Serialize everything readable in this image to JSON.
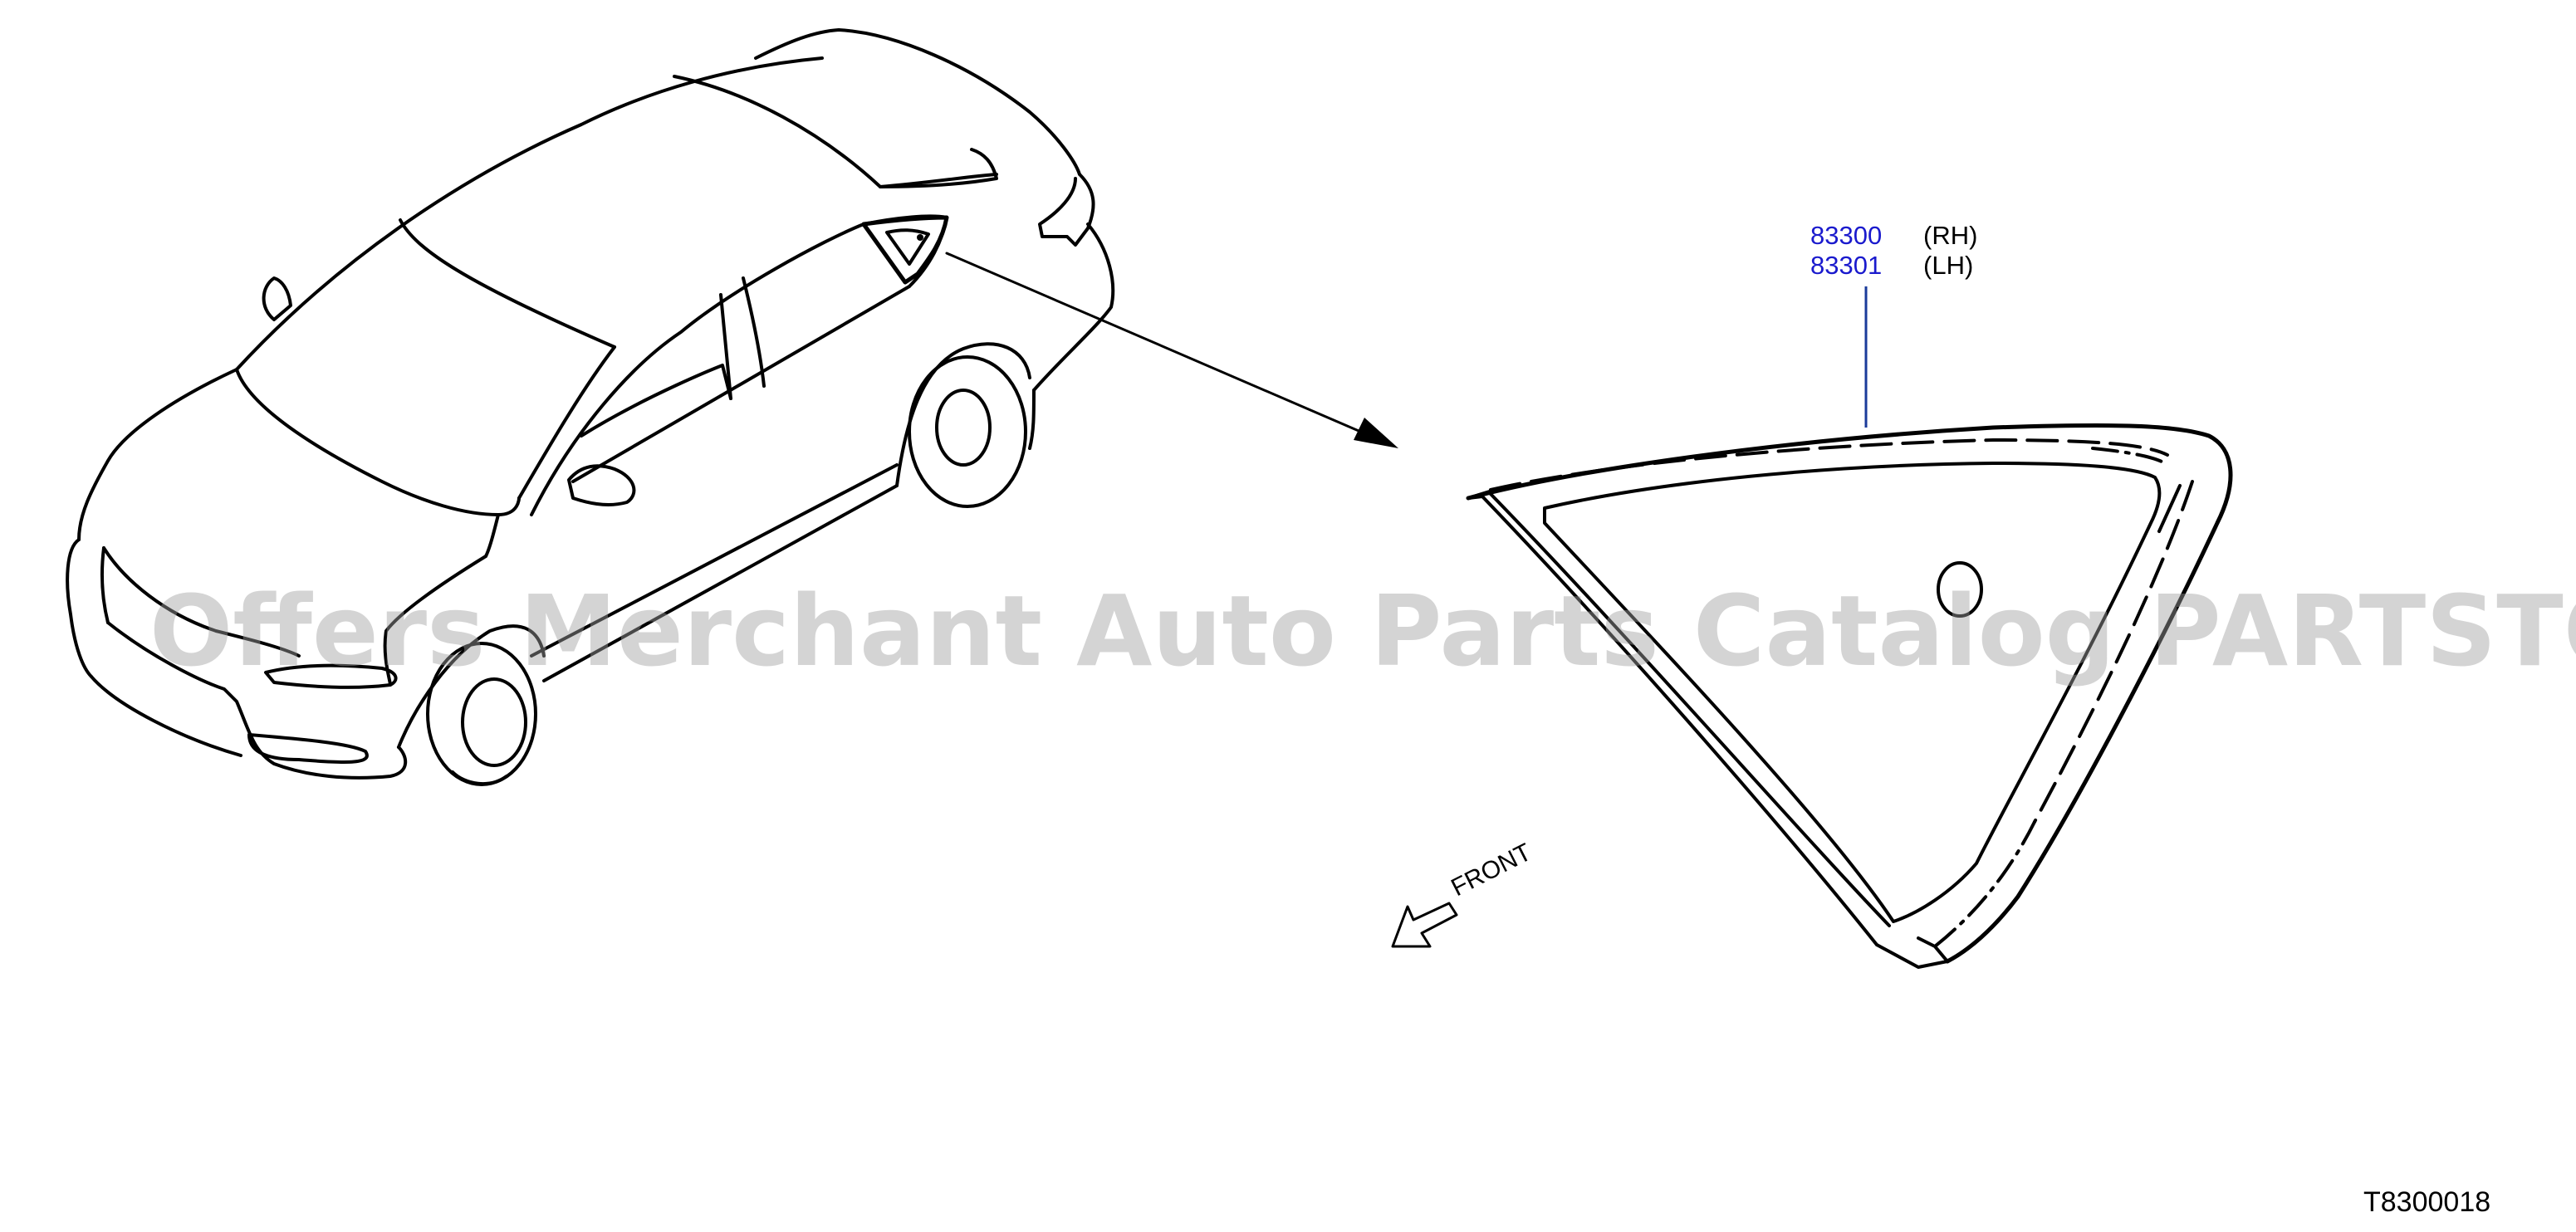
{
  "callout": {
    "part_numbers": [
      "83300",
      "83301"
    ],
    "sides": [
      "(RH)",
      "(LH)"
    ],
    "part_number_color": "#1a1acd",
    "leader_color": "#1a3a9a"
  },
  "front_label": "FRONT",
  "watermark": "Offers Merchant Auto Parts Catalog PARTSTORE.SA",
  "drawing_code": "T8300018",
  "icons": {
    "car": "sedan-outline-icon",
    "glass": "rear-quarter-window-glass-icon",
    "front_arrow": "front-direction-arrow-icon"
  }
}
